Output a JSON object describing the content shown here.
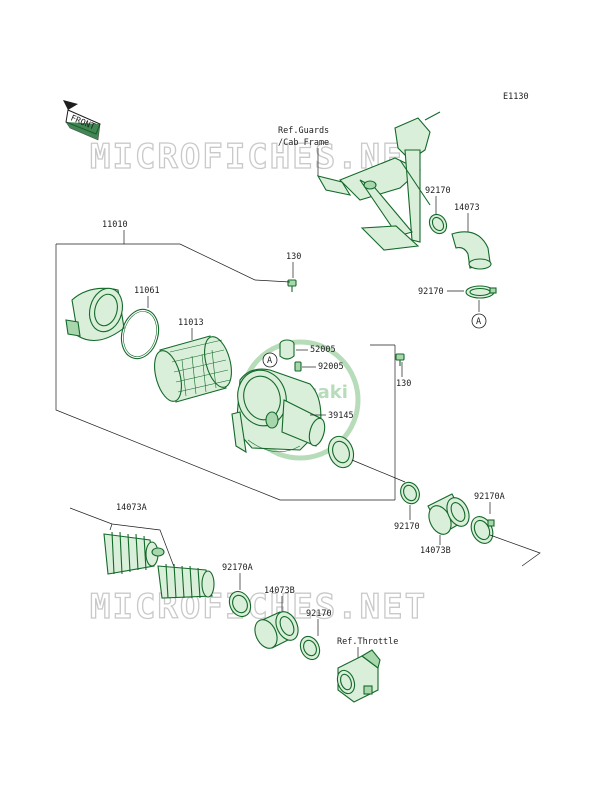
{
  "diagram": {
    "code": "E1130",
    "front_label": "FRONT",
    "ref_guards_line1": "Ref.Guards",
    "ref_guards_line2": "/Cab Frame",
    "ref_throttle": "Ref.Throttle",
    "watermark": "MICROFICHES.NET",
    "brand_watermark": "Kawasaki",
    "connector": "A",
    "parts": {
      "p11010": "11010",
      "p11061": "11061",
      "p11013": "11013",
      "p130a": "130",
      "p130b": "130",
      "p52005": "52005",
      "p92005": "92005",
      "p39145": "39145",
      "p92170_top": "92170",
      "p14073": "14073",
      "p92170_mid": "92170",
      "p92170_low": "92170",
      "p14073B_r": "14073B",
      "p92170A_r": "92170A",
      "p14073A": "14073A",
      "p92170A_l": "92170A",
      "p14073B_l": "14073B",
      "p92170_bot": "92170"
    }
  },
  "colors": {
    "part_fill": "#d9efd9",
    "part_stroke": "#14692a",
    "watermark": "#c9c9c9"
  }
}
